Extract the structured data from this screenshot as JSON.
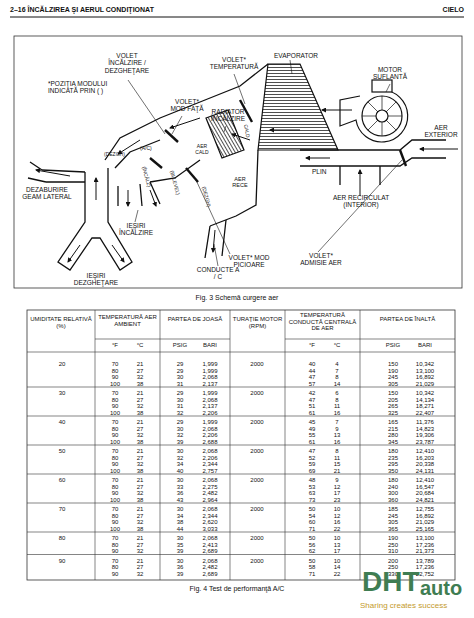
{
  "diagram": {
    "labels": [
      "2–16 ÎNCĂLZIREA ŞI AERUL CONDIŢIONAT",
      "CIELO",
      "*POZIŢIA MODULUI INDICATĂ PRIN ( )",
      "VOLET ÎNCĂLZIRE / DEZGHEŢARE",
      "VOLET* TEMPERATURĂ",
      "EVAPORATOR",
      "MOTOR SUFLANTĂ",
      "VOLET* MOD FAŢĂ",
      "RADIATOR ÎNCĂLZIRE",
      "AER EXTERIOR",
      "PLIN",
      "AER CALD",
      "CALD",
      "(DEZGH)",
      "(A/C)",
      "(ÎNCĂLZ)",
      "(BI LEVEL)",
      "(DEZGH)",
      "AER RECE",
      "DEZABURIRE GEAM LATERAL",
      "IEŞIRI ÎNCĂLZIRE",
      "AER RECIRCULAT (INTERIOR)",
      "IEŞIRI DEZGHEŢARE",
      "CONDUCTE A / C",
      "VOLET* MOD PICIOARE",
      "VOLET* ADMISIE AER",
      "Fig. 3 Schemă curgere aer",
      "UMIDITATE RELATIVĂ (%)",
      "TEMPERATURĂ AER AMBIENT",
      "°F",
      "°C",
      "PARTEA DE JOASĂ",
      "PSIG",
      "BARI",
      "TURAŢIE MOTOR (RPM)",
      "TEMPERATURĂ CONDUCTĂ CENTRALĂ DE AER",
      "°F",
      "°C",
      "PARTEA DE ÎNALTĂ",
      "PSIG",
      "BARI",
      "20",
      "2000",
      "70",
      "21",
      "29",
      "1,999",
      "40",
      "4",
      "150",
      "10,342",
      "80",
      "27",
      "29",
      "1,999",
      "44",
      "7",
      "190",
      "13,100",
      "90",
      "32",
      "30",
      "2,068",
      "47",
      "8",
      "245",
      "16,892",
      "100",
      "38",
      "31",
      "2,137",
      "57",
      "14",
      "305",
      "21,029",
      "30",
      "2000",
      "70",
      "21",
      "29",
      "1,999",
      "42",
      "6",
      "150",
      "10,342",
      "80",
      "27",
      "30",
      "2,068",
      "47",
      "8",
      "205",
      "14,134",
      "90",
      "32",
      "31",
      "2,137",
      "51",
      "11",
      "265",
      "18,271",
      "100",
      "38",
      "32",
      "2,206",
      "61",
      "16",
      "325",
      "22,407",
      "40",
      "2000",
      "70",
      "21",
      "29",
      "1,999",
      "45",
      "7",
      "165",
      "11,376",
      "80",
      "27",
      "30",
      "2,068",
      "49",
      "9",
      "215",
      "14,823",
      "90",
      "32",
      "32",
      "2,206",
      "55",
      "13",
      "280",
      "19,306",
      "100",
      "38",
      "39",
      "2,688",
      "61",
      "16",
      "345",
      "23,787",
      "50",
      "2000",
      "70",
      "21",
      "30",
      "2,068",
      "47",
      "8",
      "180",
      "12,410",
      "80",
      "27",
      "32",
      "2,206",
      "52",
      "11",
      "235",
      "16,203",
      "90",
      "32",
      "34",
      "2,344",
      "59",
      "15",
      "295",
      "20,338",
      "100",
      "38",
      "40",
      "2,757",
      "69",
      "21",
      "350",
      "24,131",
      "60",
      "2000",
      "70",
      "21",
      "30",
      "2,068",
      "48",
      "9",
      "180",
      "12,410",
      "80",
      "27",
      "33",
      "2,275",
      "53",
      "12",
      "240",
      "16,547",
      "90",
      "32",
      "36",
      "2,482",
      "63",
      "17",
      "300",
      "20,684",
      "100",
      "38",
      "43",
      "2,964",
      "73",
      "23",
      "360",
      "24,821",
      "70",
      "2000",
      "70",
      "21",
      "30",
      "2,068",
      "50",
      "10",
      "185",
      "12,755",
      "80",
      "27",
      "34",
      "2,344",
      "54",
      "12",
      "245",
      "16,892",
      "90",
      "32",
      "38",
      "2,620",
      "60",
      "16",
      "305",
      "21,029",
      "100",
      "38",
      "44",
      "3,033",
      "71",
      "22",
      "365",
      "25,165",
      "80",
      "2000",
      "70",
      "21",
      "30",
      "2,068",
      "50",
      "10",
      "190",
      "13,100",
      "80",
      "27",
      "35",
      "2,413",
      "56",
      "13",
      "250",
      "17,236",
      "90",
      "32",
      "39",
      "2,689",
      "62",
      "17",
      "310",
      "21,373",
      "90",
      "2000",
      "70",
      "21",
      "30",
      "2,068",
      "50",
      "10",
      "200",
      "13,789",
      "80",
      "27",
      "36",
      "2,482",
      "58",
      "14",
      "250",
      "17,236",
      "90",
      "32",
      "39",
      "2,689",
      "71",
      "22",
      "330",
      "22,752",
      "Fig. 4 Test de performanţă A/C",
      "DHT",
      "auto",
      "Sharing creates success"
    ]
  }
}
